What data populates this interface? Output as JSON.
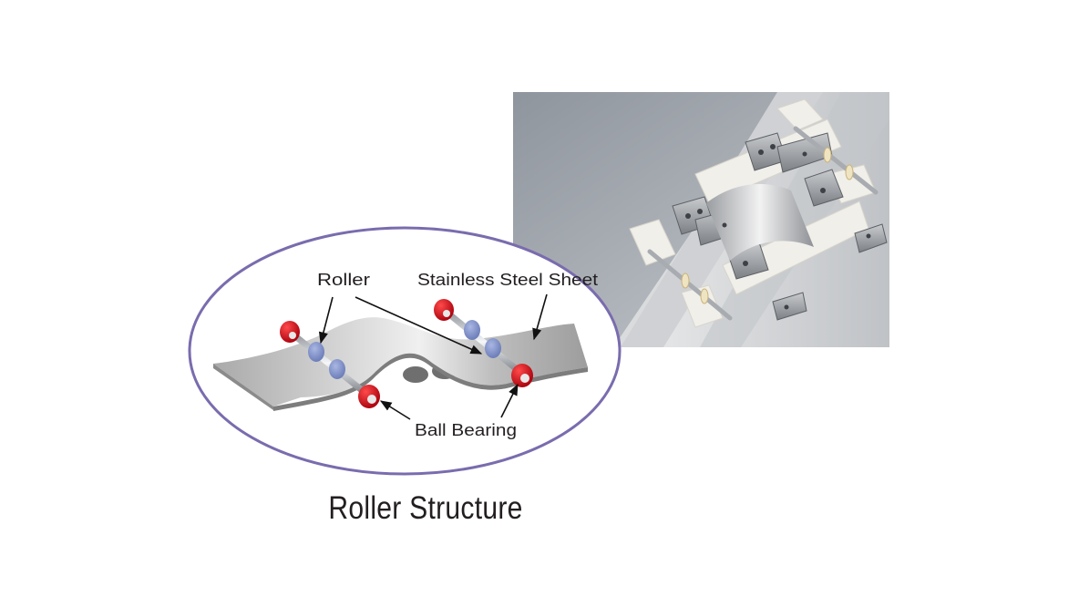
{
  "figure": {
    "caption": "Roller Structure",
    "labels": {
      "roller": "Roller",
      "stainless_steel_sheet": "Stainless Steel Sheet",
      "ball_bearing": "Ball Bearing"
    },
    "photo": {
      "subject": "linear actuator slider with rollers and stainless steel sheet"
    },
    "colors": {
      "ellipse_border": "#7a6cae",
      "bearing_red": "#d7131f",
      "roller_blue": "#7d8fcb",
      "sheet_gray": "#b9b9b9",
      "text": "#231f20"
    }
  }
}
